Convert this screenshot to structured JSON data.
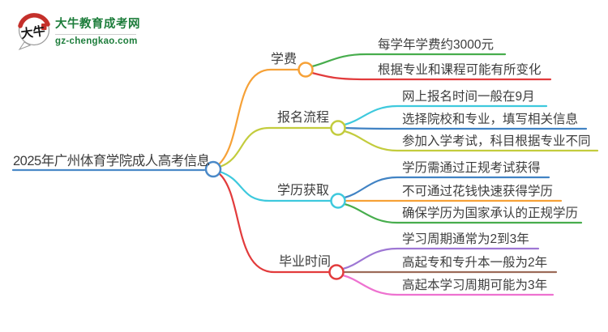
{
  "logo": {
    "icon_text": "大牛",
    "title": "大牛教育成考网",
    "domain": "gz-chengkao.com",
    "brand_green": "#1d7d3b",
    "seal_red": "#c4302b"
  },
  "mindmap": {
    "root": {
      "label": "2025年广州体育学院成人高考信息",
      "color": "#4a89c8"
    },
    "branches": [
      {
        "label": "学费",
        "color": "#f6a137",
        "children": [
          {
            "label": "每学年学费约3000元",
            "color": "#47ad4d"
          },
          {
            "label": "根据专业和课程可能有所变化",
            "color": "#e23b3c"
          }
        ]
      },
      {
        "label": "报名流程",
        "color": "#c3cc3d",
        "children": [
          {
            "label": "网上报名时间一般在9月",
            "color": "#3ec9dd"
          },
          {
            "label": "选择院校和专业，填写相关信息",
            "color": "#4183c4"
          },
          {
            "label": "参加入学考试，科目根据专业不同",
            "color": "#c3cc3d"
          }
        ]
      },
      {
        "label": "学历获取",
        "color": "#3ec9dd",
        "children": [
          {
            "label": "学历需通过正规考试获得",
            "color": "#4183c4"
          },
          {
            "label": "不可通过花钱快速获得学历",
            "color": "#f6a137"
          },
          {
            "label": "确保学历为国家承认的正规学历",
            "color": "#47ad4d"
          }
        ]
      },
      {
        "label": "毕业时间",
        "color": "#e23b3c",
        "children": [
          {
            "label": "学习周期通常为2到3年",
            "color": "#9e77d4"
          },
          {
            "label": "高起专和专升本一般为2年",
            "color": "#9c6b58"
          },
          {
            "label": "高起本学习周期可能为3年",
            "color": "#ee72d0"
          }
        ]
      }
    ]
  }
}
